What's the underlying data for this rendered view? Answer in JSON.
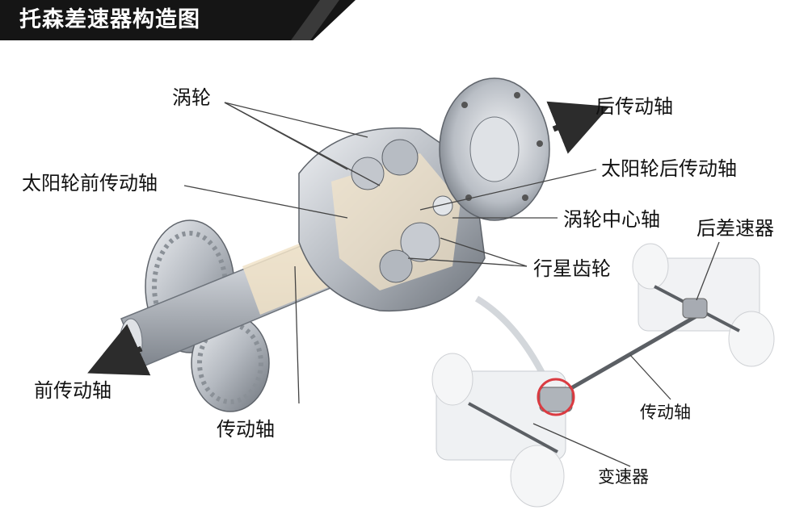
{
  "title": "托森差速器构造图",
  "labels": {
    "worm_gear": "涡轮",
    "rear_driveshaft": "后传动轴",
    "sun_gear_front_shaft": "太阳轮前传动轴",
    "sun_gear_rear_shaft": "太阳轮后传动轴",
    "worm_center_shaft": "涡轮中心轴",
    "rear_differential": "后差速器",
    "planetary_gear": "行星齿轮",
    "front_driveshaft": "前传动轴",
    "driveshaft_main": "传动轴",
    "driveshaft_vehicle": "传动轴",
    "transmission": "变速器"
  }
}
